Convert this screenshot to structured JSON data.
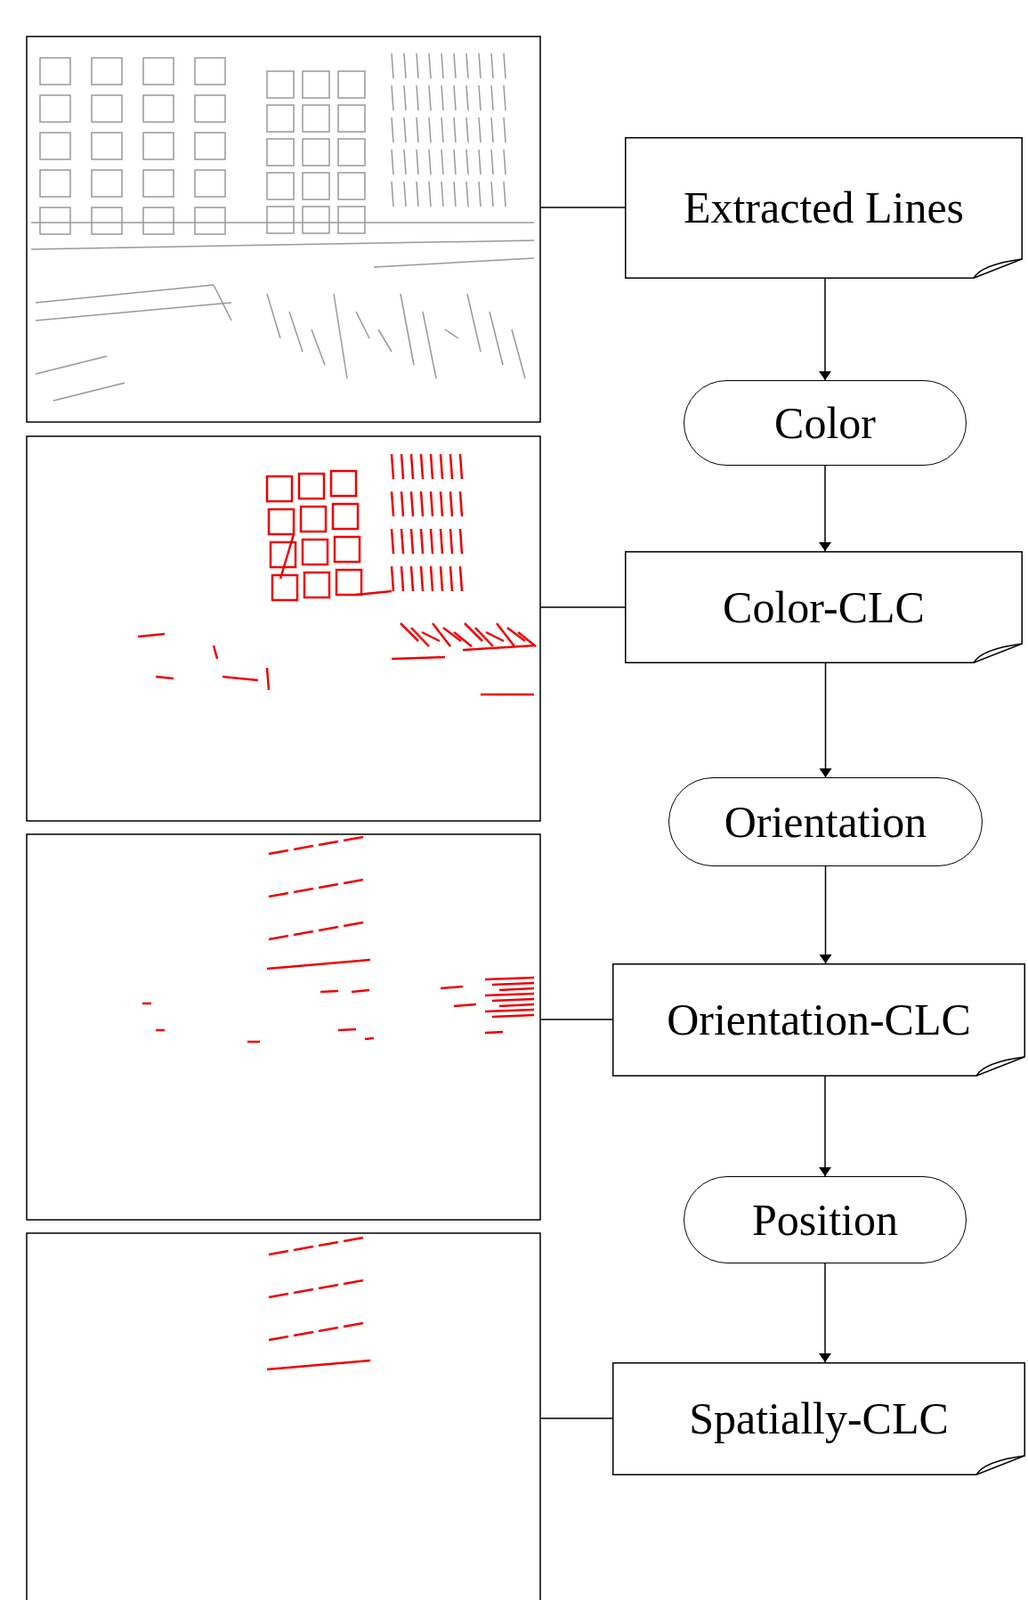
{
  "diagram": {
    "nodes": [
      {
        "text": [
          "Extracted Lines"
        ]
      },
      {
        "text": [
          "Color"
        ]
      },
      {
        "text": [
          "Color-CLC"
        ]
      },
      {
        "text": [
          "Orientation"
        ]
      },
      {
        "text": [
          "Orientation-CLC"
        ]
      },
      {
        "text": [
          "Position"
        ]
      },
      {
        "text": [
          "Spatially-CLC"
        ]
      }
    ],
    "edges": [
      {
        "from": 0,
        "to": 1,
        "arrow": "to"
      },
      {
        "from": 1,
        "to": 2,
        "arrow": "to"
      },
      {
        "from": 2,
        "to": 3,
        "arrow": "to"
      },
      {
        "from": 3,
        "to": 4,
        "arrow": "to"
      },
      {
        "from": 4,
        "to": 5,
        "arrow": "to"
      },
      {
        "from": 5,
        "to": 6,
        "arrow": "to"
      }
    ]
  }
}
